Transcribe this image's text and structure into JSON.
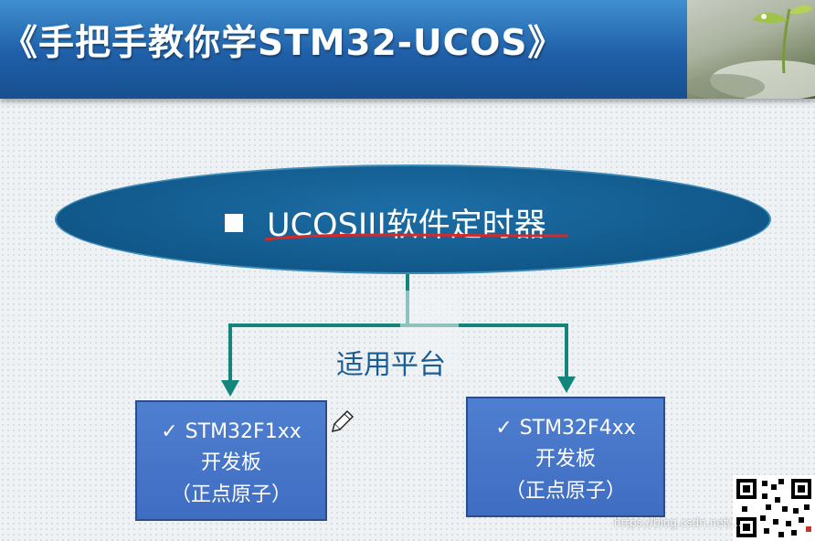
{
  "header": {
    "title": "《手把手教你学STM32-UCOS》"
  },
  "diagram": {
    "main_title": "UCOSIII软件定时器",
    "platform_label": "适用平台",
    "boxes": [
      {
        "check": "✓",
        "line1": "STM32F1xx",
        "line2": "开发板",
        "line3": "（正点原子）"
      },
      {
        "check": "✓",
        "line1": "STM32F4xx",
        "line2": "开发板",
        "line3": "（正点原子）"
      }
    ]
  },
  "watermark": "https://blog.csdn.net/...",
  "colors": {
    "header_blue": "#1f5fa8",
    "ellipse_fill": "#125b8e",
    "connector_teal": "#14857a",
    "box_fill": "#4472c4",
    "underline_red": "#d42a2a"
  }
}
